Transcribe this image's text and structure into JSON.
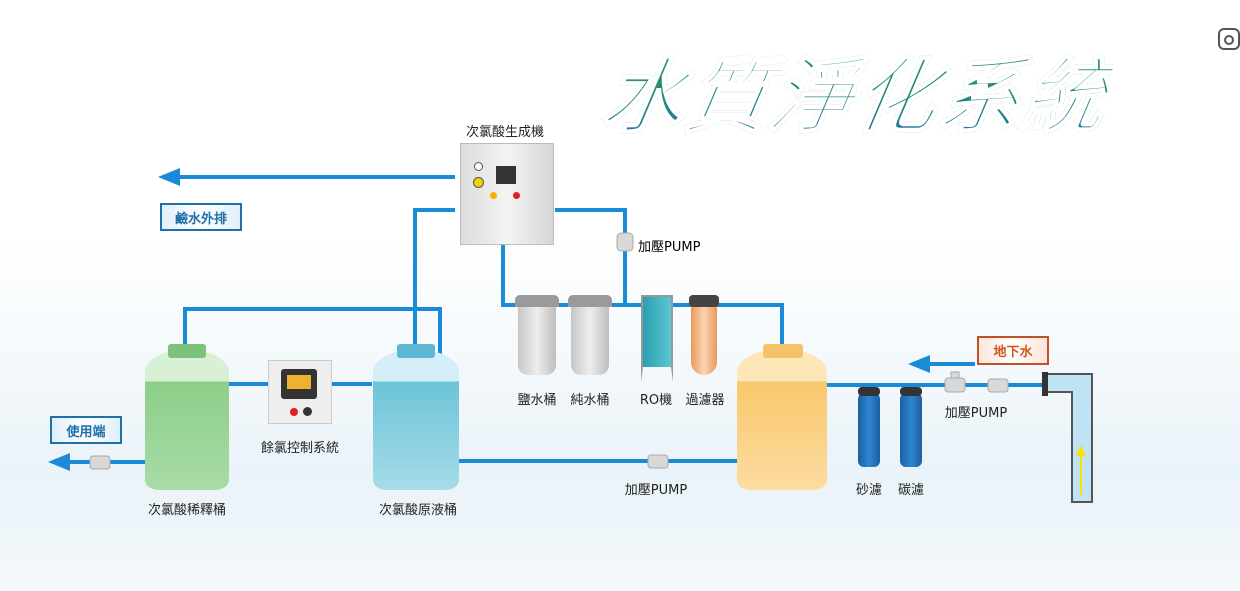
{
  "title": "水質淨化系統",
  "labels": {
    "generator": "次氯酸生成機",
    "alkaline_discharge": "鹼水外排",
    "pump_top": "加壓PUMP",
    "brine_tank": "鹽水桶",
    "pure_tank": "純水桶",
    "ro": "RO機",
    "filter": "過濾器",
    "groundwater": "地下水",
    "pump_right": "加壓PUMP",
    "sand_filter": "砂濾",
    "carbon_filter": "碳濾",
    "pump_bottom": "加壓PUMP",
    "dilution_tank": "次氯酸稀釋桶",
    "chlorine_control": "餘氯控制系統",
    "stock_tank": "次氯酸原液桶",
    "use_point": "使用端"
  },
  "colors": {
    "pipe": "#1a8bd6",
    "title_green": "#2ea83a",
    "title_blue": "#1c6fb0"
  },
  "icons": [
    "scan-icon"
  ]
}
